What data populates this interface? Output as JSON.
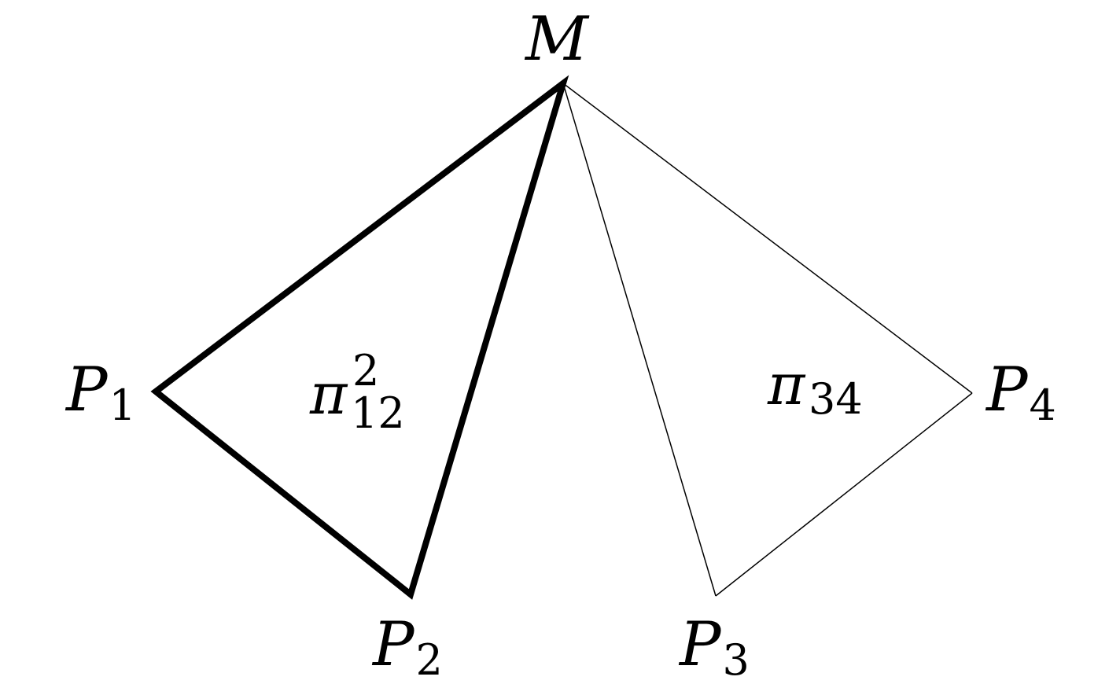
{
  "points": {
    "M": {
      "base": "M"
    },
    "P1": {
      "base": "P",
      "sub": "1"
    },
    "P2": {
      "base": "P",
      "sub": "2"
    },
    "P3": {
      "base": "P",
      "sub": "3"
    },
    "P4": {
      "base": "P",
      "sub": "4"
    }
  },
  "regions": {
    "pi12": {
      "symbol": "π",
      "sub": "12",
      "sup": "2"
    },
    "pi34": {
      "symbol": "π",
      "sub": "34"
    }
  },
  "edges": {
    "bold_triangle": [
      "M",
      "P1",
      "P2"
    ],
    "thin_quad": [
      "M",
      "P3",
      "P4"
    ]
  },
  "colors": {
    "stroke": "#000000",
    "background": "#ffffff"
  }
}
